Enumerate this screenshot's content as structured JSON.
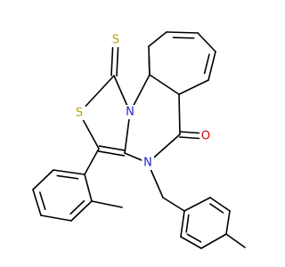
{
  "molecule": {
    "atoms": [
      {
        "id": "S1",
        "label": "S",
        "color": "#b8a200"
      },
      {
        "id": "S2",
        "label": "S",
        "color": "#b8a200"
      },
      {
        "id": "N1",
        "label": "N",
        "color": "#2222cc"
      },
      {
        "id": "N2",
        "label": "N",
        "color": "#2222cc"
      },
      {
        "id": "O1",
        "label": "O",
        "color": "#dd0000"
      }
    ]
  }
}
